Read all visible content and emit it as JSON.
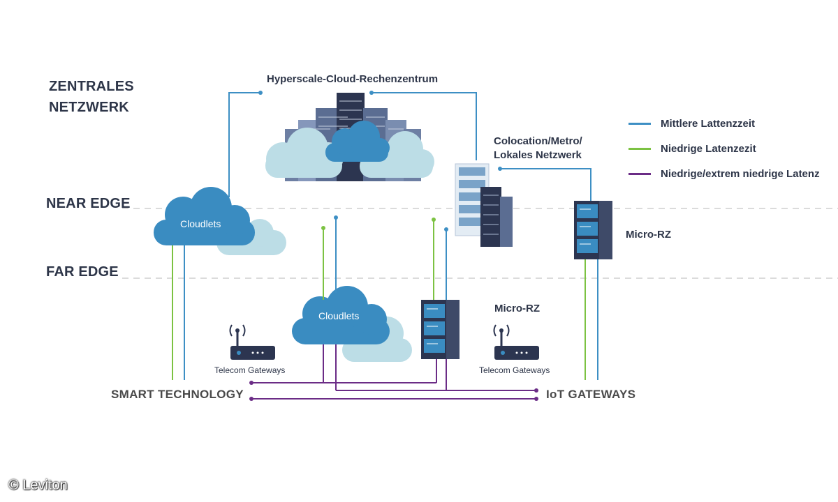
{
  "zones": {
    "central": "ZENTRALES NETZWERK",
    "central_line1": "ZENTRALES",
    "central_line2": "NETZWERK",
    "near_edge": "NEAR EDGE",
    "far_edge": "FAR EDGE"
  },
  "nodes": {
    "hyperscale": "Hyperscale-Cloud-Rechenzentrum",
    "colocation_line1": "Colocation/Metro/",
    "colocation_line2": "Lokales Netzwerk",
    "cloudlets_near": "Cloudlets",
    "cloudlets_far": "Cloudlets",
    "micro_rz_near": "Micro-RZ",
    "micro_rz_far": "Micro-RZ",
    "telecom_left": "Telecom Gateways",
    "telecom_right": "Telecom Gateways",
    "smart_technology": "SMART TECHNOLOGY",
    "iot_gateways": "IoT GATEWAYS"
  },
  "legend": [
    {
      "label": "Mittlere Lattenzzeit",
      "color": "#3d8fc4"
    },
    {
      "label": "Niedrige Latenzezit",
      "color": "#7cc242"
    },
    {
      "label": "Niedrige/extrem niedrige Latenz",
      "color": "#6b2c86"
    }
  ],
  "colors": {
    "blue": "#3d8fc4",
    "green": "#7cc242",
    "purple": "#6b2c86",
    "cloud_dark": "#3a8cc1",
    "cloud_light": "#bcdde6",
    "server_dark": "#2c3550",
    "server_light": "#7a8db0",
    "dashed": "#cccccc"
  },
  "copyright": "© Leviton"
}
